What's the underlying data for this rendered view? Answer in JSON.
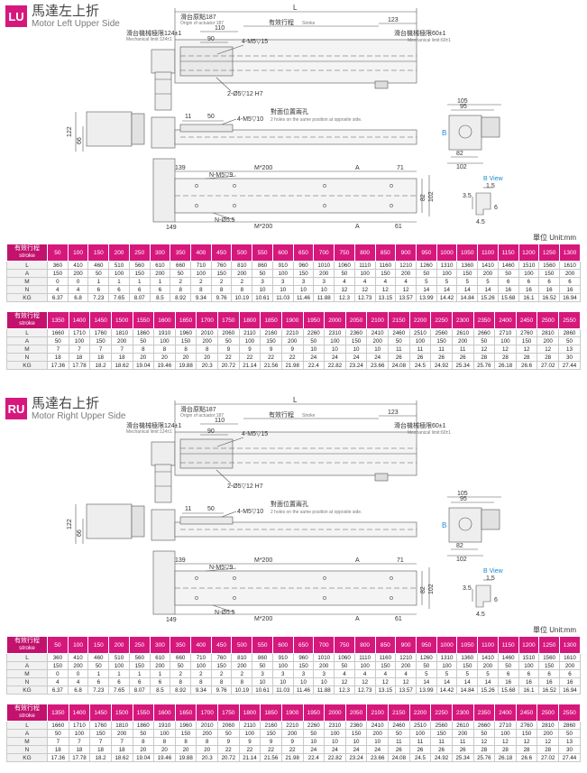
{
  "sections": [
    {
      "badge": "LU",
      "title_zh": "馬達左上折",
      "title_en": "Motor Left Upper Side",
      "labels": {
        "L": "L",
        "origin_zh": "滑台原點187",
        "origin_en": "Origin of actuator:187",
        "stroke_zh": "有效行程",
        "stroke_en": "Stroke",
        "d123": "123",
        "mech_left_zh": "滑台機械極限124±1",
        "mech_left_en": "Mechanical limit:124±1",
        "mech_right_zh": "滑台機械極限60±1",
        "mech_right_en": "Mechanical limit:60±1",
        "d110": "110",
        "d90": "90",
        "m5": "4-M5▽15",
        "pin": "2-Ø5▽12 H7",
        "opp_zh": "對面位置兩孔",
        "m5b": "4-M5▽10",
        "opp_en": "2 holes on the same position at opposite side.",
        "d11": "11",
        "d50": "50",
        "d122": "122",
        "d66": "66",
        "d105": "105",
        "d95": "95",
        "d82a": "82",
        "d102a": "102",
        "b": "B",
        "bview": "B View",
        "d15": "1.5",
        "d35": "3.5",
        "d6": "6",
        "d45": "4.5",
        "d139": "139",
        "nm5": "N-M5▽9",
        "m200a": "M*200",
        "a1": "A",
        "d71": "71",
        "d82b": "82",
        "d102b": "102",
        "d149": "149",
        "n55": "N-Ø5.5",
        "m200b": "M*200",
        "a2": "A",
        "d61": "61"
      },
      "unit": "單位 Unit:mm",
      "tables": [
        {
          "hdr_zh": "有效行程",
          "hdr_en": "stroke",
          "cols": [
            "50",
            "100",
            "150",
            "200",
            "250",
            "300",
            "350",
            "400",
            "450",
            "500",
            "550",
            "600",
            "650",
            "700",
            "750",
            "800",
            "850",
            "900",
            "950",
            "1000",
            "1050",
            "1100",
            "1150",
            "1200",
            "1250",
            "1300"
          ],
          "rows": [
            {
              "label": "L",
              "vals": [
                "360",
                "410",
                "460",
                "510",
                "560",
                "610",
                "660",
                "710",
                "760",
                "810",
                "860",
                "910",
                "960",
                "1010",
                "1060",
                "1110",
                "1160",
                "1210",
                "1260",
                "1310",
                "1360",
                "1410",
                "1460",
                "1510",
                "1560",
                "1610"
              ]
            },
            {
              "label": "A",
              "vals": [
                "150",
                "200",
                "50",
                "100",
                "150",
                "200",
                "50",
                "100",
                "150",
                "200",
                "50",
                "100",
                "150",
                "200",
                "50",
                "100",
                "150",
                "200",
                "50",
                "100",
                "150",
                "200",
                "50",
                "100",
                "150",
                "200"
              ]
            },
            {
              "label": "M",
              "vals": [
                "0",
                "0",
                "1",
                "1",
                "1",
                "1",
                "2",
                "2",
                "2",
                "2",
                "3",
                "3",
                "3",
                "3",
                "4",
                "4",
                "4",
                "4",
                "5",
                "5",
                "5",
                "5",
                "6",
                "6",
                "6",
                "6"
              ]
            },
            {
              "label": "N",
              "vals": [
                "4",
                "4",
                "6",
                "6",
                "6",
                "6",
                "8",
                "8",
                "8",
                "8",
                "10",
                "10",
                "10",
                "10",
                "12",
                "12",
                "12",
                "12",
                "14",
                "14",
                "14",
                "14",
                "16",
                "16",
                "16",
                "16"
              ]
            },
            {
              "label": "KG",
              "vals": [
                "6.37",
                "6.8",
                "7.23",
                "7.65",
                "8.07",
                "8.5",
                "8.92",
                "9.34",
                "9.76",
                "10.19",
                "10.61",
                "11.03",
                "11.46",
                "11.88",
                "12.3",
                "12.73",
                "13.15",
                "13.57",
                "13.99",
                "14.42",
                "14.84",
                "15.26",
                "15.68",
                "16.1",
                "16.52",
                "16.94"
              ]
            }
          ]
        },
        {
          "hdr_zh": "有效行程",
          "hdr_en": "stroke",
          "cols": [
            "1350",
            "1400",
            "1450",
            "1500",
            "1550",
            "1600",
            "1650",
            "1700",
            "1750",
            "1800",
            "1850",
            "1900",
            "1950",
            "2000",
            "2050",
            "2100",
            "2150",
            "2200",
            "2250",
            "2300",
            "2350",
            "2400",
            "2450",
            "2500",
            "2550"
          ],
          "rows": [
            {
              "label": "L",
              "vals": [
                "1660",
                "1710",
                "1760",
                "1810",
                "1860",
                "1910",
                "1960",
                "2010",
                "2060",
                "2110",
                "2160",
                "2210",
                "2260",
                "2310",
                "2360",
                "2410",
                "2460",
                "2510",
                "2560",
                "2610",
                "2660",
                "2710",
                "2760",
                "2810",
                "2860"
              ]
            },
            {
              "label": "A",
              "vals": [
                "50",
                "100",
                "150",
                "200",
                "50",
                "100",
                "150",
                "200",
                "50",
                "100",
                "150",
                "200",
                "50",
                "100",
                "150",
                "200",
                "50",
                "100",
                "150",
                "200",
                "50",
                "100",
                "150",
                "200",
                "50"
              ]
            },
            {
              "label": "M",
              "vals": [
                "7",
                "7",
                "7",
                "7",
                "8",
                "8",
                "8",
                "8",
                "9",
                "9",
                "9",
                "9",
                "10",
                "10",
                "10",
                "10",
                "11",
                "11",
                "11",
                "11",
                "12",
                "12",
                "12",
                "12",
                "13"
              ]
            },
            {
              "label": "N",
              "vals": [
                "18",
                "18",
                "18",
                "18",
                "20",
                "20",
                "20",
                "20",
                "22",
                "22",
                "22",
                "22",
                "24",
                "24",
                "24",
                "24",
                "26",
                "26",
                "26",
                "26",
                "28",
                "28",
                "28",
                "28",
                "30"
              ]
            },
            {
              "label": "KG",
              "vals": [
                "17.36",
                "17.78",
                "18.2",
                "18.62",
                "19.04",
                "19.46",
                "19.88",
                "20.3",
                "20.72",
                "21.14",
                "21.56",
                "21.98",
                "22.4",
                "22.82",
                "23.24",
                "23.66",
                "24.08",
                "24.5",
                "24.92",
                "25.34",
                "25.76",
                "26.18",
                "26.6",
                "27.02",
                "27.44"
              ]
            }
          ]
        }
      ]
    },
    {
      "badge": "RU",
      "title_zh": "馬達右上折",
      "title_en": "Motor Right Upper Side",
      "labels": {
        "L": "L",
        "origin_zh": "滑台原點187",
        "origin_en": "Origin of actuator:187",
        "stroke_zh": "有效行程",
        "stroke_en": "Stroke",
        "d123": "123",
        "mech_left_zh": "滑台機械極限124±1",
        "mech_left_en": "Mechanical limit:124±1",
        "mech_right_zh": "滑台機械極限60±1",
        "mech_right_en": "Mechanical limit:60±1",
        "d110": "110",
        "d90": "90",
        "m5": "4-M5▽15",
        "pin": "2-Ø5▽12 H7",
        "opp_zh": "對面位置兩孔",
        "m5b": "4-M5▽10",
        "opp_en": "2 holes on the same position at opposite side.",
        "d11": "11",
        "d50": "50",
        "d122": "122",
        "d66": "66",
        "d105": "105",
        "d95": "95",
        "d82a": "82",
        "d102a": "102",
        "b": "B",
        "bview": "B View",
        "d15": "1.5",
        "d35": "3.5",
        "d6": "6",
        "d45": "4.5",
        "d139": "139",
        "nm5": "N-M5▽9",
        "m200a": "M*200",
        "a1": "A",
        "d71": "71",
        "d82b": "82",
        "d102b": "102",
        "d149": "149",
        "n55": "N-Ø5.5",
        "m200b": "M*200",
        "a2": "A",
        "d61": "61"
      },
      "unit": "單位 Unit:mm",
      "tables": [
        {
          "hdr_zh": "有效行程",
          "hdr_en": "stroke",
          "cols": [
            "50",
            "100",
            "150",
            "200",
            "250",
            "300",
            "350",
            "400",
            "450",
            "500",
            "550",
            "600",
            "650",
            "700",
            "750",
            "800",
            "850",
            "900",
            "950",
            "1000",
            "1050",
            "1100",
            "1150",
            "1200",
            "1250",
            "1300"
          ],
          "rows": [
            {
              "label": "L",
              "vals": [
                "360",
                "410",
                "460",
                "510",
                "560",
                "610",
                "660",
                "710",
                "760",
                "810",
                "860",
                "910",
                "960",
                "1010",
                "1060",
                "1110",
                "1160",
                "1210",
                "1260",
                "1310",
                "1360",
                "1410",
                "1460",
                "1510",
                "1560",
                "1610"
              ]
            },
            {
              "label": "A",
              "vals": [
                "150",
                "200",
                "50",
                "100",
                "150",
                "200",
                "50",
                "100",
                "150",
                "200",
                "50",
                "100",
                "150",
                "200",
                "50",
                "100",
                "150",
                "200",
                "50",
                "100",
                "150",
                "200",
                "50",
                "100",
                "150",
                "200"
              ]
            },
            {
              "label": "M",
              "vals": [
                "0",
                "0",
                "1",
                "1",
                "1",
                "1",
                "2",
                "2",
                "2",
                "2",
                "3",
                "3",
                "3",
                "3",
                "4",
                "4",
                "4",
                "4",
                "5",
                "5",
                "5",
                "5",
                "6",
                "6",
                "6",
                "6"
              ]
            },
            {
              "label": "N",
              "vals": [
                "4",
                "4",
                "6",
                "6",
                "6",
                "6",
                "8",
                "8",
                "8",
                "8",
                "10",
                "10",
                "10",
                "10",
                "12",
                "12",
                "12",
                "12",
                "14",
                "14",
                "14",
                "14",
                "16",
                "16",
                "16",
                "16"
              ]
            },
            {
              "label": "KG",
              "vals": [
                "6.37",
                "6.8",
                "7.23",
                "7.65",
                "8.07",
                "8.5",
                "8.92",
                "9.34",
                "9.76",
                "10.19",
                "10.61",
                "11.03",
                "11.46",
                "11.88",
                "12.3",
                "12.73",
                "13.15",
                "13.57",
                "13.99",
                "14.42",
                "14.84",
                "15.26",
                "15.68",
                "16.1",
                "16.52",
                "16.94"
              ]
            }
          ]
        },
        {
          "hdr_zh": "有效行程",
          "hdr_en": "stroke",
          "cols": [
            "1350",
            "1400",
            "1450",
            "1500",
            "1550",
            "1600",
            "1650",
            "1700",
            "1750",
            "1800",
            "1850",
            "1900",
            "1950",
            "2000",
            "2050",
            "2100",
            "2150",
            "2200",
            "2250",
            "2300",
            "2350",
            "2400",
            "2450",
            "2500",
            "2550"
          ],
          "rows": [
            {
              "label": "L",
              "vals": [
                "1660",
                "1710",
                "1760",
                "1810",
                "1860",
                "1910",
                "1960",
                "2010",
                "2060",
                "2110",
                "2160",
                "2210",
                "2260",
                "2310",
                "2360",
                "2410",
                "2460",
                "2510",
                "2560",
                "2610",
                "2660",
                "2710",
                "2760",
                "2810",
                "2860"
              ]
            },
            {
              "label": "A",
              "vals": [
                "50",
                "100",
                "150",
                "200",
                "50",
                "100",
                "150",
                "200",
                "50",
                "100",
                "150",
                "200",
                "50",
                "100",
                "150",
                "200",
                "50",
                "100",
                "150",
                "200",
                "50",
                "100",
                "150",
                "200",
                "50"
              ]
            },
            {
              "label": "M",
              "vals": [
                "7",
                "7",
                "7",
                "7",
                "8",
                "8",
                "8",
                "8",
                "9",
                "9",
                "9",
                "9",
                "10",
                "10",
                "10",
                "10",
                "11",
                "11",
                "11",
                "11",
                "12",
                "12",
                "12",
                "12",
                "13"
              ]
            },
            {
              "label": "N",
              "vals": [
                "18",
                "18",
                "18",
                "18",
                "20",
                "20",
                "20",
                "20",
                "22",
                "22",
                "22",
                "22",
                "24",
                "24",
                "24",
                "24",
                "26",
                "26",
                "26",
                "26",
                "28",
                "28",
                "28",
                "28",
                "30"
              ]
            },
            {
              "label": "KG",
              "vals": [
                "17.36",
                "17.78",
                "18.2",
                "18.62",
                "19.04",
                "19.46",
                "19.88",
                "20.3",
                "20.72",
                "21.14",
                "21.56",
                "21.98",
                "22.4",
                "22.82",
                "23.24",
                "23.66",
                "24.08",
                "24.5",
                "24.92",
                "25.34",
                "25.76",
                "26.18",
                "26.6",
                "27.02",
                "27.44"
              ]
            }
          ]
        }
      ]
    }
  ]
}
